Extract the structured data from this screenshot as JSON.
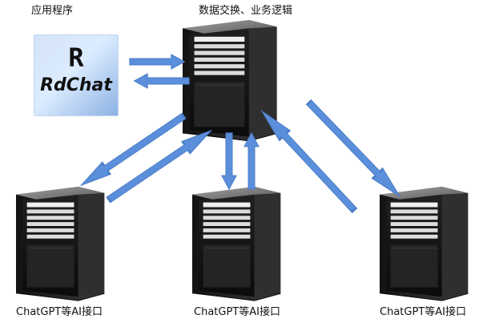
{
  "labels": {
    "app_program": "应用程序",
    "center_server": "数据交换、业务逻辑",
    "ai_interface_left": "ChatGPT等AI接口",
    "ai_interface_center": "ChatGPT等AI接口",
    "ai_interface_right": "ChatGPT等AI接口"
  },
  "logo": {
    "letter": "R",
    "word": "RdChat"
  },
  "colors": {
    "arrow_fill": "#5b8fdb",
    "arrow_stroke": "#4b7ec8",
    "server_dark": "#1b1b1b",
    "server_mid": "#3a3a3a",
    "server_light": "#8e8e8e",
    "logo_blue": "#8ab0e2"
  },
  "icons": {
    "server": "server-tower-icon",
    "logo": "rdchat-logo",
    "arrow": "double-arrow"
  }
}
